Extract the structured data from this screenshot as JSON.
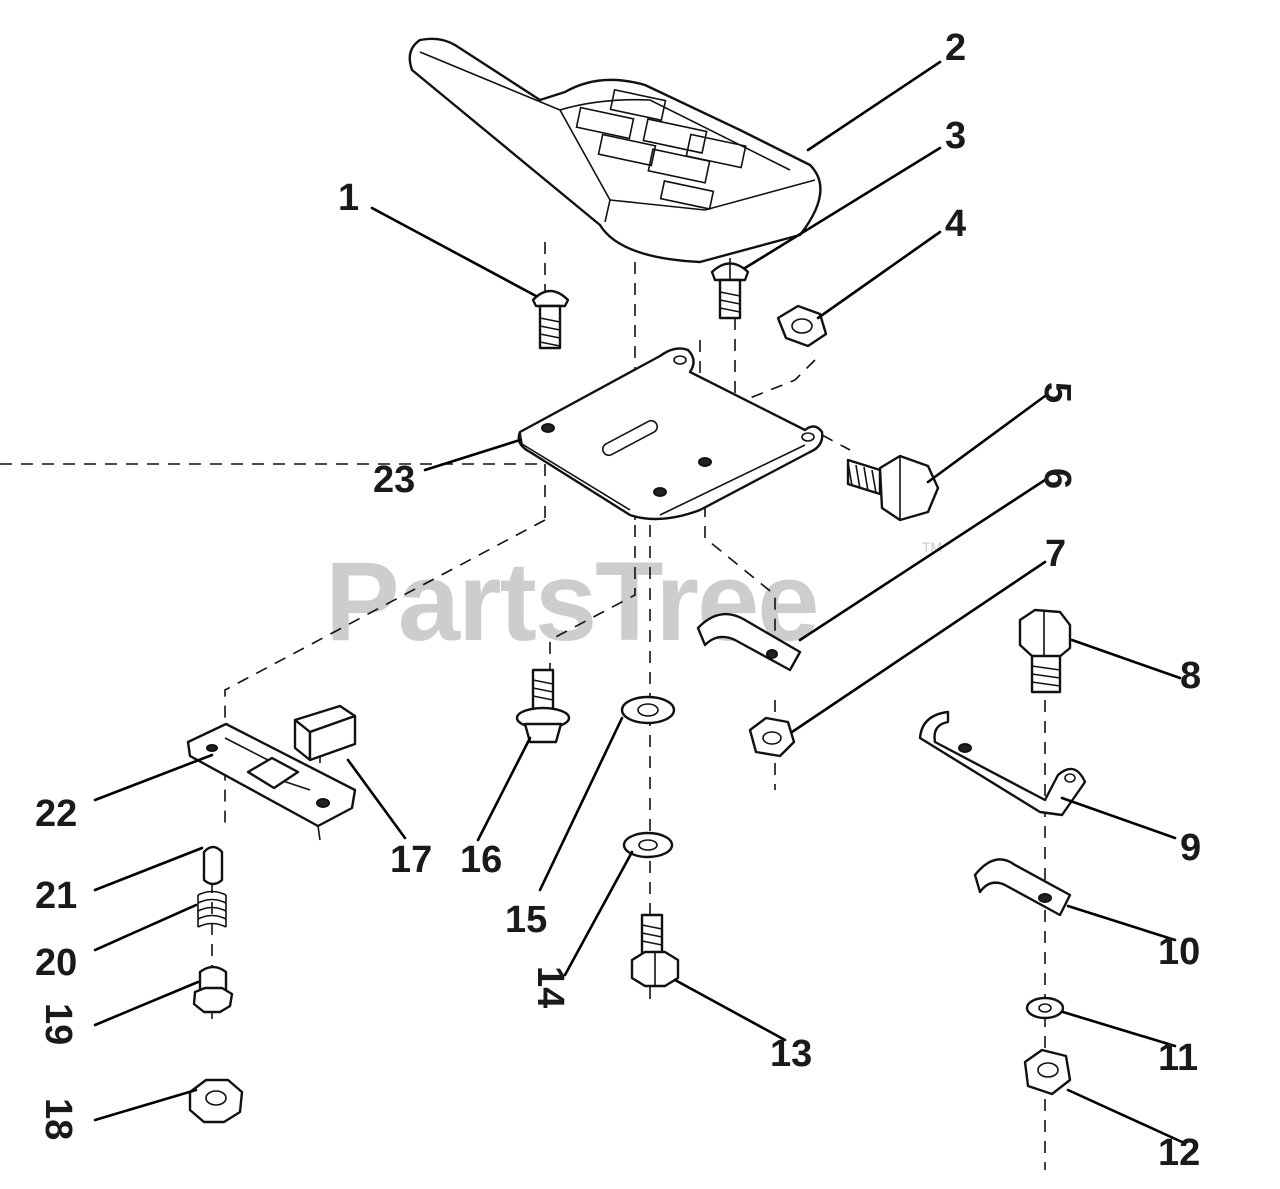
{
  "watermark": {
    "text": "PartsTree",
    "mark": "TM",
    "color": "#c8c8c8"
  },
  "callouts": [
    "1",
    "2",
    "3",
    "4",
    "5",
    "6",
    "7",
    "8",
    "9",
    "10",
    "11",
    "12",
    "13",
    "14",
    "15",
    "16",
    "17",
    "18",
    "19",
    "20",
    "21",
    "22",
    "23"
  ]
}
